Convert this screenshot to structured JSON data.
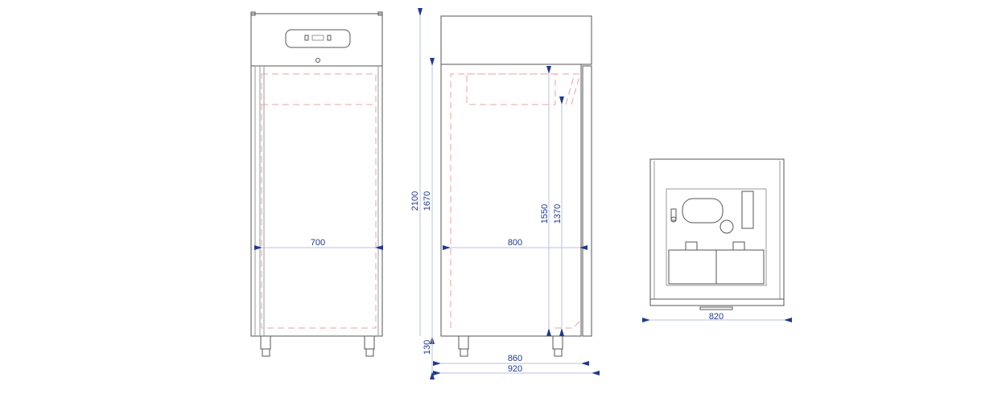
{
  "drawing": {
    "front_view": {
      "width_inner": "700"
    },
    "side_view": {
      "height_total": "2100",
      "height_body": "1670",
      "height_legs": "130",
      "height_inner": "1550",
      "height_inner_lower": "1370",
      "width_inner": "800",
      "depth_body": "860",
      "depth_total": "920"
    },
    "top_view": {
      "width": "820"
    },
    "colors": {
      "dimension": "#1f3a8f",
      "interior_outline": "#e7a3a8"
    }
  }
}
